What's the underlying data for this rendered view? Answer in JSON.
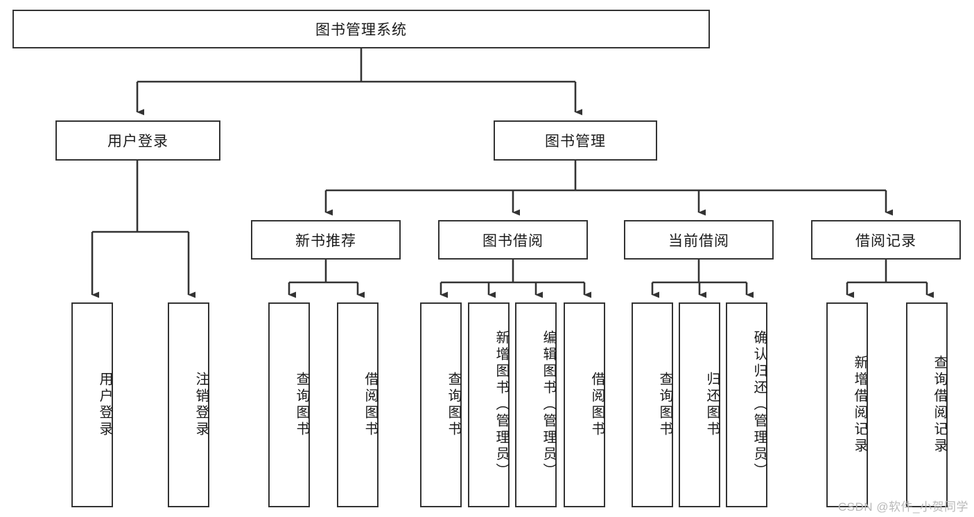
{
  "diagram": {
    "type": "tree-hierarchy-flowchart",
    "title": "图书管理系统",
    "watermark": "CSDN @软件_小贺同学",
    "colors": {
      "stroke": "#333333",
      "fill": "#ffffff",
      "text": "#1a1a1a",
      "watermark": "#b9b9b9"
    },
    "nodes": {
      "root": {
        "label": "图书管理系统",
        "orientation": "horizontal"
      },
      "level1": [
        {
          "label": "用户登录",
          "orientation": "horizontal"
        },
        {
          "label": "图书管理",
          "orientation": "horizontal"
        }
      ],
      "level2": [
        {
          "label": "新书推荐",
          "orientation": "horizontal"
        },
        {
          "label": "图书借阅",
          "orientation": "horizontal"
        },
        {
          "label": "当前借阅",
          "orientation": "horizontal"
        },
        {
          "label": "借阅记录",
          "orientation": "horizontal"
        }
      ],
      "leaves": {
        "user_login": [
          {
            "label": "用户登录",
            "orientation": "vertical"
          },
          {
            "label": "注销登录",
            "orientation": "vertical"
          }
        ],
        "new_book_recommend": [
          {
            "label": "查询图书",
            "orientation": "vertical"
          },
          {
            "label": "借阅图书",
            "orientation": "vertical"
          }
        ],
        "book_borrow": [
          {
            "label": "查询图书",
            "orientation": "vertical"
          },
          {
            "label": "新增图书（管理员）",
            "orientation": "vertical"
          },
          {
            "label": "编辑图书（管理员）",
            "orientation": "vertical"
          },
          {
            "label": "借阅图书",
            "orientation": "vertical"
          }
        ],
        "current_borrow": [
          {
            "label": "查询图书",
            "orientation": "vertical"
          },
          {
            "label": "归还图书",
            "orientation": "vertical"
          },
          {
            "label": "确认归还（管理员）",
            "orientation": "vertical"
          }
        ],
        "borrow_record": [
          {
            "label": "新增借阅记录",
            "orientation": "vertical"
          },
          {
            "label": "查询借阅记录",
            "orientation": "vertical"
          }
        ]
      }
    }
  }
}
